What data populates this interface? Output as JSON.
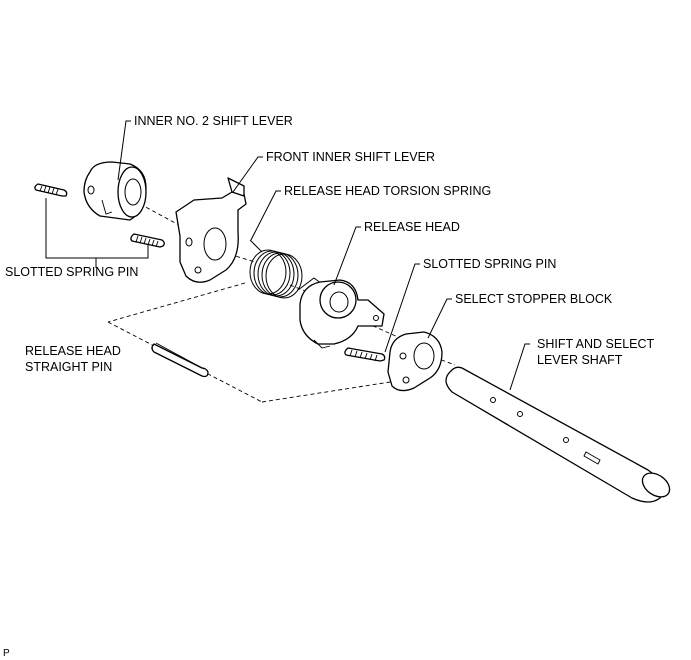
{
  "labels": {
    "inner_no2_shift_lever": "INNER NO. 2 SHIFT LEVER",
    "front_inner_shift_lever": "FRONT INNER SHIFT LEVER",
    "release_head_torsion_spring": "RELEASE HEAD TORSION SPRING",
    "release_head": "RELEASE HEAD",
    "slotted_spring_pin_left": "SLOTTED SPRING PIN",
    "slotted_spring_pin_right": "SLOTTED SPRING PIN",
    "select_stopper_block": "SELECT STOPPER BLOCK",
    "shift_select_line1": "SHIFT AND SELECT",
    "shift_select_line2": "LEVER SHAFT",
    "straight_pin_line1": "RELEASE HEAD",
    "straight_pin_line2": "STRAIGHT PIN"
  },
  "figure_code": "P"
}
